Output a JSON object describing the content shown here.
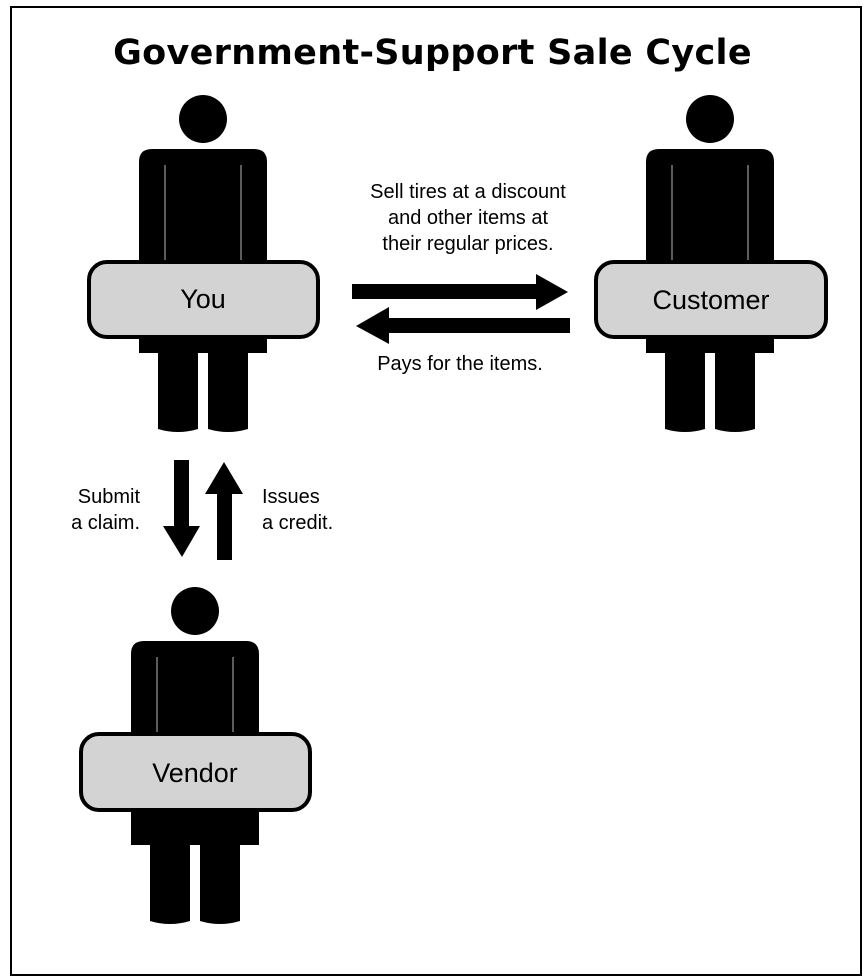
{
  "title": "Government-Support Sale Cycle",
  "colors": {
    "figure": "#000000",
    "sign_fill": "#d3d3d3",
    "background": "#ffffff"
  },
  "participants": {
    "you": {
      "label": "You",
      "icon": "person-icon"
    },
    "customer": {
      "label": "Customer",
      "icon": "person-icon"
    },
    "vendor": {
      "label": "Vendor",
      "icon": "person-icon"
    }
  },
  "flows": {
    "you_to_customer": {
      "lines": [
        "Sell tires at a discount",
        "and other items at",
        "their regular prices."
      ]
    },
    "customer_to_you": {
      "lines": [
        "Pays for the items."
      ]
    },
    "you_to_vendor": {
      "lines": [
        "Submit",
        "a claim."
      ]
    },
    "vendor_to_you": {
      "lines": [
        "Issues",
        "a credit."
      ]
    }
  }
}
